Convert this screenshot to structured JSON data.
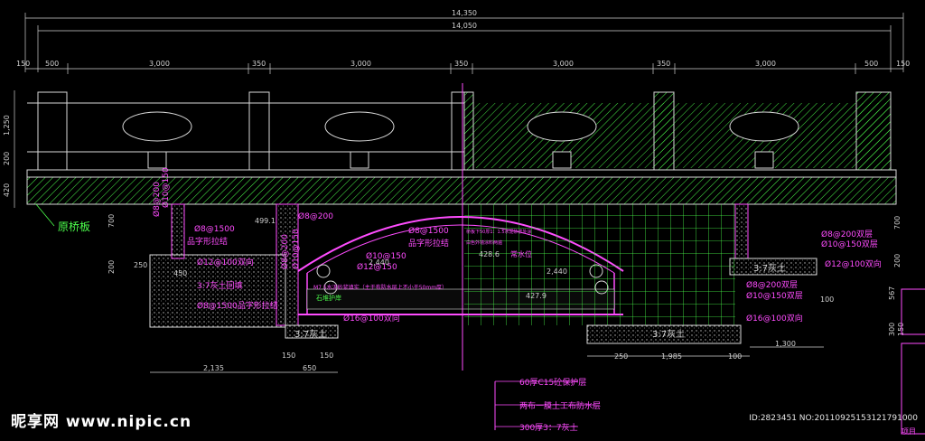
{
  "colors": {
    "background": "#000000",
    "structure": "#d8d8d8",
    "annotation": "#ff4cff",
    "green": "#4cff4c",
    "dimension": "#cfcfcf"
  },
  "dimensions": {
    "total_outer": "14,350",
    "total_inner": "14,050",
    "segments": [
      "150",
      "500",
      "3,000",
      "350",
      "3,000",
      "350",
      "3,000",
      "350",
      "3,000",
      "500",
      "150"
    ],
    "rail_height": "1,250",
    "rail_base": "200",
    "deck": "420",
    "left_vertical": [
      "700",
      "200"
    ],
    "left_bottom": [
      "250",
      "450"
    ],
    "span_top": "2,440",
    "span_bottom": "2,440",
    "base_left": "2,135",
    "base_mid": [
      "150",
      "650",
      "150"
    ],
    "base_right_left": "250",
    "base_right_mid": "1,985",
    "base_right_100": "100",
    "base_right_far": "1,300",
    "right_vertical": [
      "700",
      "200",
      "100",
      "567",
      "300",
      "150"
    ],
    "level_top": "499.1",
    "level_water": "428.6",
    "level_bottom": "427.9"
  },
  "labels": {
    "original_bridge_deck": "原桥板",
    "rebar_top": "Ø8@200",
    "rebar_pinzi_1": "Ø8@1500",
    "rebar_pinzi_text_1": "品字形拉结",
    "rebar_12_left": "Ø12@100双向",
    "rebar_10_left": "Ø10@150",
    "rebar_8_left_v1": "Ø8@200",
    "rebar_10_left_v2": "Ø10@150",
    "backfill_left": "3:7灰土回填",
    "rebar_pinzi_2": "Ø8@1500品字形拉结",
    "rebar_16_left": "Ø16@100双向",
    "rebar_12_inner": "Ø12@150",
    "rebar_10_inner": "Ø10@150",
    "rebar_pinzi_3": "Ø8@1500",
    "rebar_pinzi_text_3": "品字形拉结",
    "note_1": "桥板下50厚1：1.5水泥砂浆外涂",
    "note_2": "白色外墙涂料两遍",
    "water_level": "常水位",
    "masonry_note": "M7.5水泥砂浆填实（主于布防水层上不小于50mm厚）",
    "stone_protect": "石堆护岸",
    "lime_soil_left": "3:7灰土",
    "lime_soil_mid": "3:7灰土",
    "lime_soil_right": "3:7灰土",
    "rebar_right_1": "Ø8@200双层",
    "rebar_right_2": "Ø10@150双层",
    "rebar_right_3": "Ø12@100双向",
    "rebar_right_4": "Ø8@200双层",
    "rebar_right_5": "Ø10@150双层",
    "rebar_right_6": "Ø16@100双向",
    "layer_1": "60厚C15砼保护层",
    "layer_2": "两布一膜土工布防水层",
    "layer_3": "300厚3：7灰土",
    "project_label": "项目"
  },
  "watermark": {
    "brand": "昵享网 www.nipic.cn",
    "id": "ID:2823451 NO:20110925153121791000"
  }
}
